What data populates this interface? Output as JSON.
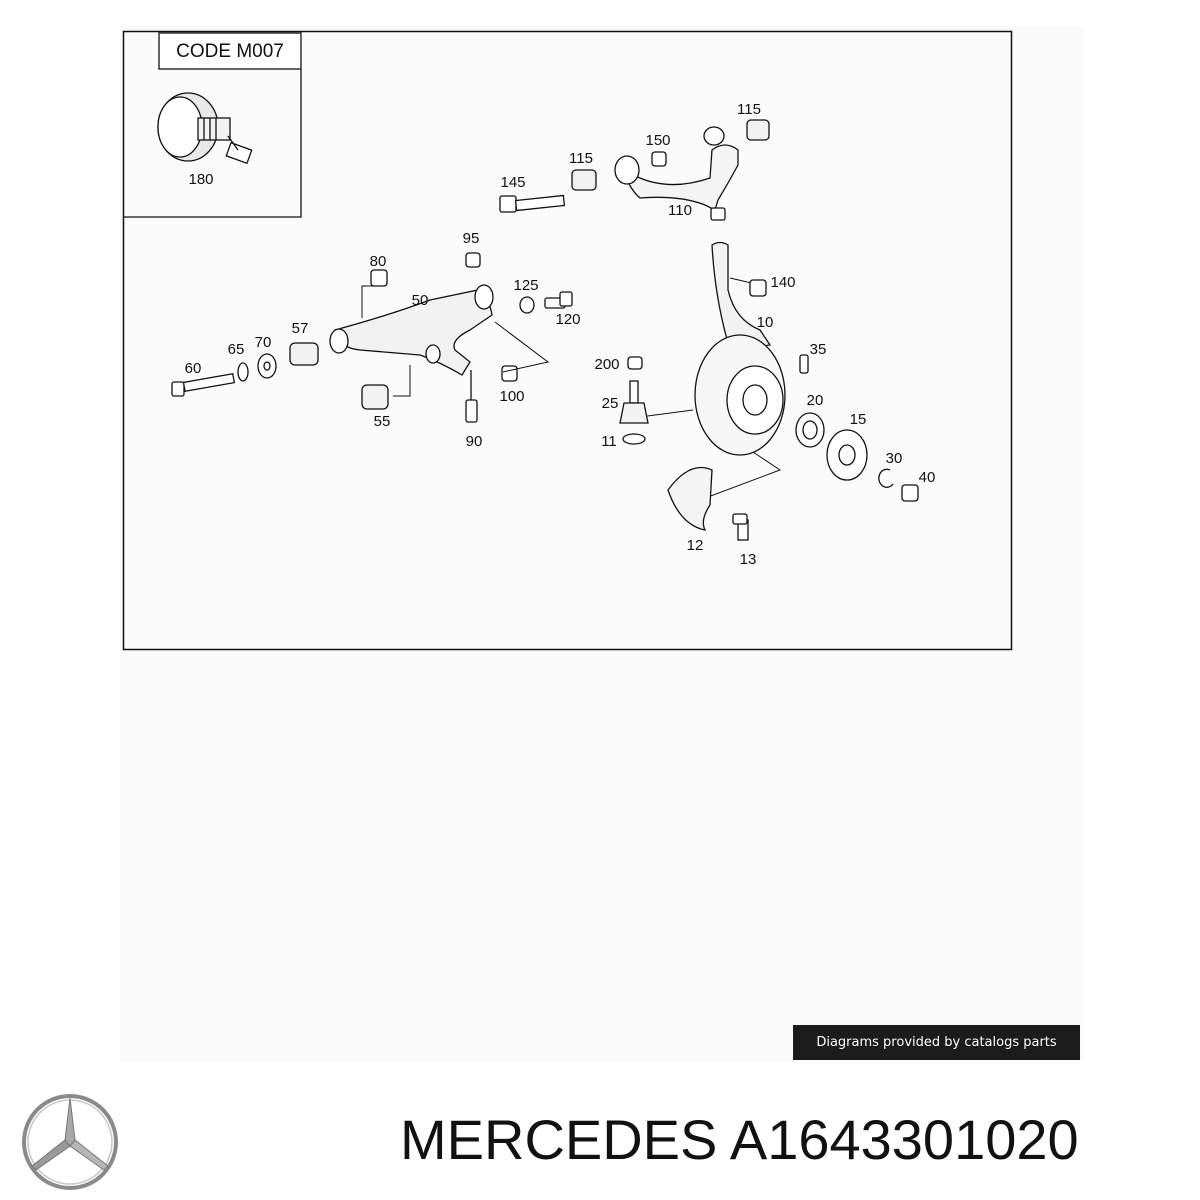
{
  "inset": {
    "code_label": "CODE M007",
    "part": "180"
  },
  "parts": {
    "p10": "10",
    "p11": "11",
    "p12": "12",
    "p13": "13",
    "p15": "15",
    "p20": "20",
    "p25": "25",
    "p30": "30",
    "p35": "35",
    "p40": "40",
    "p50": "50",
    "p55": "55",
    "p57": "57",
    "p60": "60",
    "p65": "65",
    "p70": "70",
    "p80": "80",
    "p90": "90",
    "p95": "95",
    "p100": "100",
    "p110": "110",
    "p115a": "115",
    "p115b": "115",
    "p120": "120",
    "p125": "125",
    "p140": "140",
    "p145": "145",
    "p150": "150",
    "p200": "200"
  },
  "credit": "Diagrams provided by catalogs parts",
  "footer": {
    "brand": "MERCEDES",
    "part_number": "A1643301020"
  },
  "colors": {
    "line": "#111111",
    "fill": "#ffffff",
    "shade": "#dddddd",
    "badge": "#1b1b1b"
  },
  "icons": {
    "logo": "mercedes-star-icon"
  }
}
